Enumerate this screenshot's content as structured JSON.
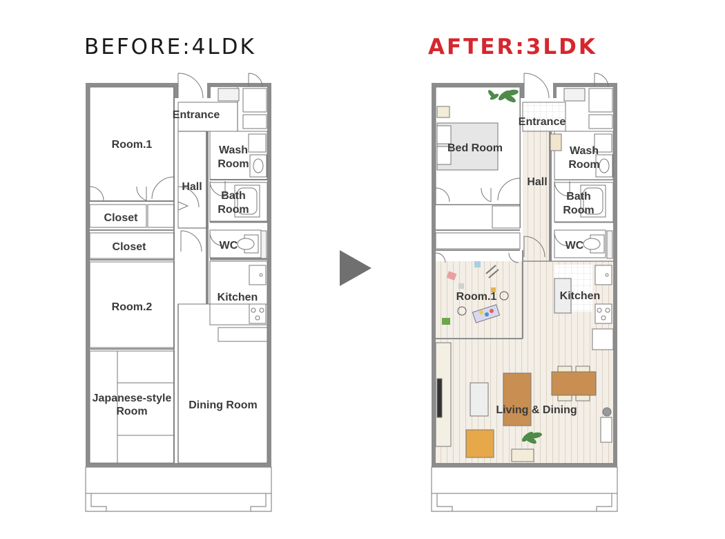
{
  "before": {
    "title": "BEFORE:4LDK",
    "rooms": {
      "entrance": "Entrance",
      "room1": "Room.1",
      "wash_line1": "Wash",
      "wash_line2": "Room",
      "hall": "Hall",
      "bath_line1": "Bath",
      "bath_line2": "Room",
      "closet1": "Closet",
      "closet2": "Closet",
      "wc": "WC",
      "room2": "Room.2",
      "kitchen": "Kitchen",
      "japanese_line1": "Japanese-style",
      "japanese_line2": "Room",
      "dining": "Dining Room"
    }
  },
  "after": {
    "title": "AFTER:3LDK",
    "rooms": {
      "bedroom": "Bed Room",
      "entrance": "Entrance",
      "wash_line1": "Wash",
      "wash_line2": "Room",
      "hall": "Hall",
      "bath_line1": "Bath",
      "bath_line2": "Room",
      "wc": "WC",
      "room1": "Room.1",
      "kitchen": "Kitchen",
      "living": "Living & Dining"
    }
  },
  "colors": {
    "wall": "#8c8c8c",
    "after_title": "#d6262e",
    "arrow": "#707070",
    "floor_wood": "#f2ede4",
    "table_wood": "#c98f52",
    "sofa_orange": "#e7a84a"
  }
}
